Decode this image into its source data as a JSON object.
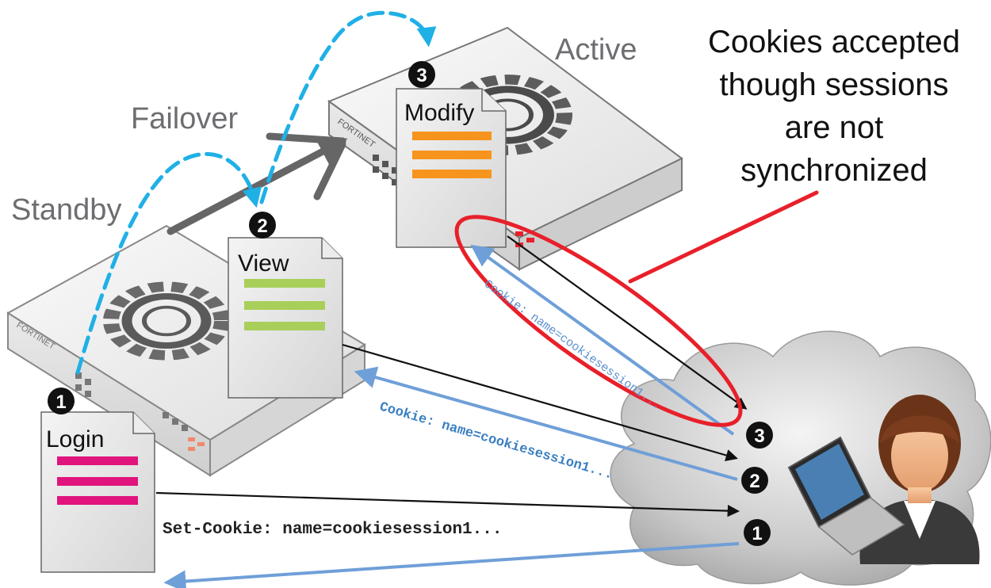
{
  "labels": {
    "active": "Active",
    "standby": "Standby",
    "failover": "Failover",
    "callout": [
      "Cookies accepted",
      "though sessions",
      "are not",
      "synchronized"
    ]
  },
  "devices": {
    "brand": "FORTINET"
  },
  "documents": [
    {
      "number": "1",
      "title": "Login"
    },
    {
      "number": "2",
      "title": "View"
    },
    {
      "number": "3",
      "title": "Modify"
    }
  ],
  "flows": {
    "set_cookie": "Set-Cookie: name=cookiesession1...",
    "cookie_view": "Cookie: name=cookiesession1...",
    "cookie_modify": "Cookie: name=cookiesession1..."
  },
  "client_steps": [
    "3",
    "2",
    "1"
  ],
  "colors": {
    "login_lines": "#e0147c",
    "view_lines": "#a8cf5a",
    "modify_lines": "#f7941d",
    "request_arrow": "#6f9fd8",
    "hop_arrow": "#1fb0e6",
    "highlight": "#e8202a",
    "failover_arrow": "#666666",
    "label_gray": "#6d6e71"
  }
}
